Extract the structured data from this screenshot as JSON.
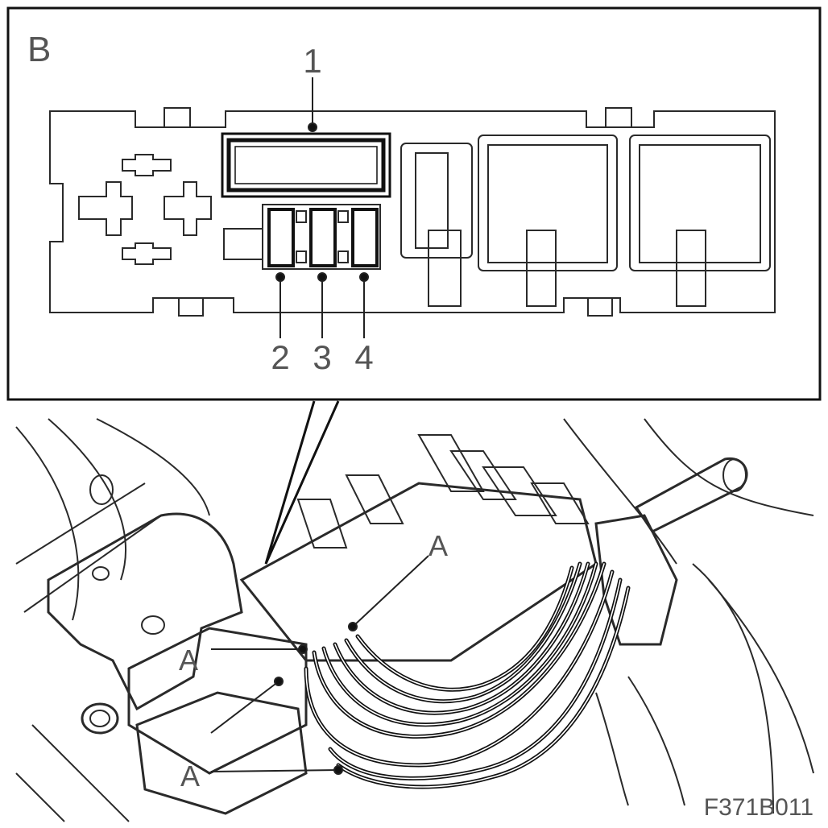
{
  "detail_view": {
    "view_letter": "B",
    "callouts": [
      {
        "id": "1",
        "text": "1"
      },
      {
        "id": "2",
        "text": "2"
      },
      {
        "id": "3",
        "text": "3"
      },
      {
        "id": "4",
        "text": "4"
      }
    ]
  },
  "connector_view": {
    "labels": [
      {
        "id": "A-upper",
        "text": "A"
      },
      {
        "id": "A-middle",
        "text": "A"
      },
      {
        "id": "A-lower",
        "text": "A"
      }
    ]
  },
  "figure_code": "F371B011"
}
